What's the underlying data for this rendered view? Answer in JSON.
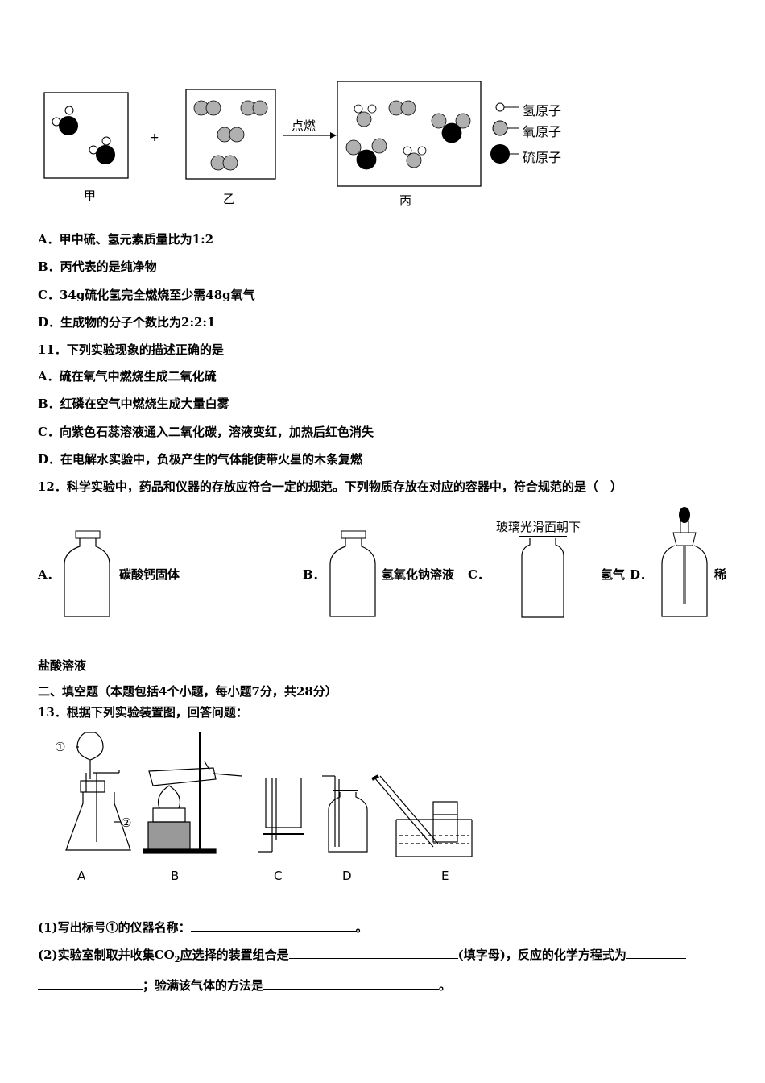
{
  "reaction_figure": {
    "box_labels": [
      "甲",
      "乙",
      "丙"
    ],
    "plus_sign": "+",
    "arrow_label": "点燃",
    "legend": [
      {
        "icon": "hydrogen-atom",
        "label": "氢原子"
      },
      {
        "icon": "oxygen-atom",
        "label": "氧原子"
      },
      {
        "icon": "sulfur-atom",
        "label": "硫原子"
      }
    ]
  },
  "q10_options": [
    "A．甲中硫、氢元素质量比为1:2",
    "B．丙代表的是纯净物",
    "C．34g硫化氢完全燃烧至少需48g氧气",
    "D．生成物的分子个数比为2:2:1"
  ],
  "q11": {
    "stem": "11．下列实验现象的描述正确的是",
    "options": [
      "A．硫在氧气中燃烧生成二氧化硫",
      "B．红磷在空气中燃烧生成大量白雾",
      "C．向紫色石蕊溶液通入二氧化碳，溶液变红，加热后红色消失",
      "D．在电解水实验中，负极产生的气体能使带火星的木条复燃"
    ]
  },
  "q12": {
    "stem": "12．科学实验中，药品和仪器的存放应符合一定的规范。下列物质存放在对应的容器中，符合规范的是（　）",
    "options": [
      {
        "letter": "A．",
        "text": "碳酸钙固体"
      },
      {
        "letter": "B．",
        "text": "氢氧化钠溶液"
      },
      {
        "letter": "C．",
        "text": "氢气"
      },
      {
        "letter": "D．",
        "text": "稀"
      }
    ],
    "option_d_cont": "盐酸溶液",
    "bottle_note": "玻璃光滑面朝下"
  },
  "section2": "二、填空题（本题包括4个小题，每小题7分，共28分）",
  "q13": {
    "stem": "13．根据下列实验装置图，回答问题：",
    "apparatus_labels": [
      "A",
      "B",
      "C",
      "D",
      "E"
    ],
    "markers": [
      "①",
      "②"
    ],
    "sub1_prefix": "(1)写出标号①的仪器名称：",
    "sub1_suffix": "。",
    "sub2_prefix": "(2)实验室制取并收集CO",
    "sub2_co2_sub": "2",
    "sub2_mid": "应选择的装置组合是",
    "sub2_mid2": "(填字母)，反应的化学方程式为",
    "sub2_line2_mid": "；验满该气体的方法是",
    "sub2_line2_end": "。"
  }
}
